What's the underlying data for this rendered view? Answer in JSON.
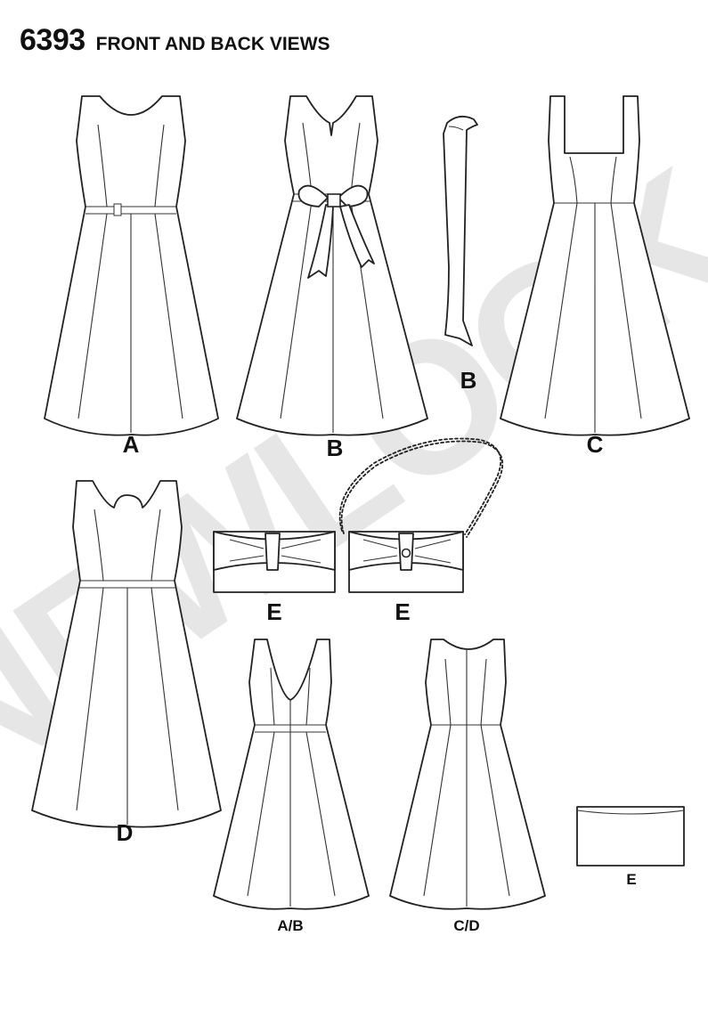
{
  "header": {
    "pattern_number": "6393",
    "title": "FRONT AND BACK VIEWS"
  },
  "watermark": {
    "text": "NEWLOOK",
    "color": "#e6e6e6"
  },
  "views": [
    {
      "id": "dress-a",
      "label": "A"
    },
    {
      "id": "dress-b",
      "label": "B"
    },
    {
      "id": "sash-b",
      "label": "B"
    },
    {
      "id": "dress-c",
      "label": "C"
    },
    {
      "id": "dress-d",
      "label": "D"
    },
    {
      "id": "clutch-e1",
      "label": "E"
    },
    {
      "id": "clutch-e2",
      "label": "E"
    },
    {
      "id": "back-ab",
      "label": "A/B"
    },
    {
      "id": "back-cd",
      "label": "C/D"
    },
    {
      "id": "clutch-back-e",
      "label": "E"
    }
  ]
}
